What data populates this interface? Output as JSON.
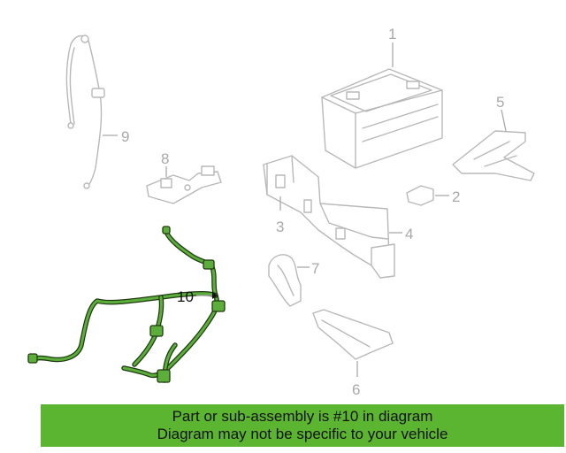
{
  "callouts": {
    "c1": "1",
    "c2": "2",
    "c3": "3",
    "c4": "4",
    "c5": "5",
    "c6": "6",
    "c7": "7",
    "c8": "8",
    "c9": "9",
    "c10": "10"
  },
  "highlight_color": "#5cb531",
  "banner": {
    "line1": "Part or sub-assembly is #10 in diagram",
    "line2": "Diagram may not be specific to your vehicle"
  }
}
